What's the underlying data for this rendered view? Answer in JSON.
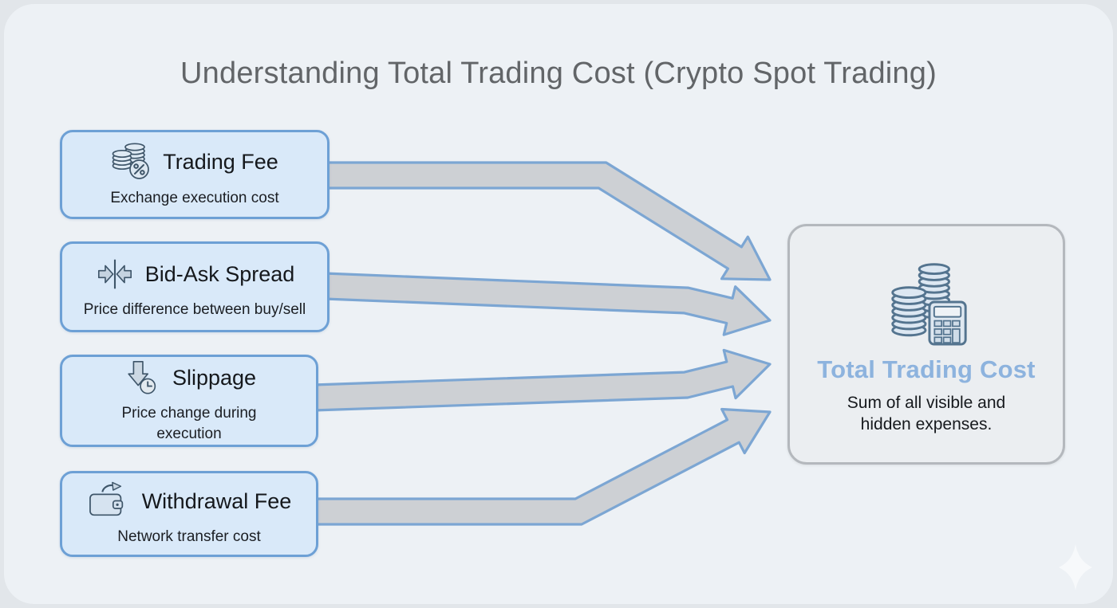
{
  "title": "Understanding Total Trading Cost (Crypto Spot Trading)",
  "factors": [
    {
      "title": "Trading Fee",
      "subtitle": "Exchange execution cost",
      "icon": "coins-percent-icon"
    },
    {
      "title": "Bid-Ask Spread",
      "subtitle": "Price difference between buy/sell",
      "icon": "converging-arrows-icon"
    },
    {
      "title": "Slippage",
      "subtitle": "Price change during execution",
      "icon": "arrow-down-clock-icon"
    },
    {
      "title": "Withdrawal Fee",
      "subtitle": "Network transfer cost",
      "icon": "wallet-arrow-icon"
    }
  ],
  "result": {
    "title": "Total Trading Cost",
    "subtitle": "Sum of all visible and hidden expenses.",
    "icon": "coins-calculator-icon"
  },
  "watermark_icon": "sparkle-icon",
  "colors": {
    "background": "#edf1f5",
    "title_text": "#626568",
    "factor_box_fill": "#d9e9f9",
    "factor_box_border": "#6da0d5",
    "factor_text": "#15181c",
    "arrow_fill": "#cdd0d4",
    "arrow_border": "#7ca6d3",
    "result_box_fill": "#ebeef1",
    "result_box_border": "#b4b8bd",
    "result_title_text": "#8db3de",
    "icon_stroke": "#3e5569",
    "result_icon_stroke": "#54748f"
  }
}
